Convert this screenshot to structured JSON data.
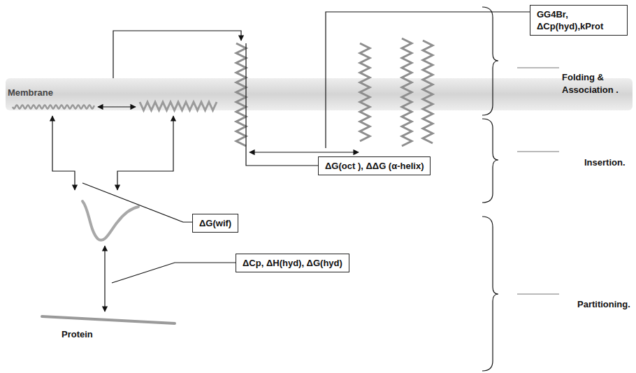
{
  "diagram": {
    "nodes": [
      {
        "text": [
          "GG4Br, ΔCp(hyd),kProt"
        ]
      },
      {
        "text": [
          "ΔG(oct ), ΔΔG (α-helix)"
        ]
      },
      {
        "text": [
          "ΔG(wif)"
        ]
      },
      {
        "text": [
          "ΔCp, ΔH(hyd), ΔG(hyd)"
        ]
      }
    ],
    "labels": [
      "Membrane",
      "Protein",
      "Folding & Association .",
      "Insertion.",
      "Partitioning."
    ]
  }
}
